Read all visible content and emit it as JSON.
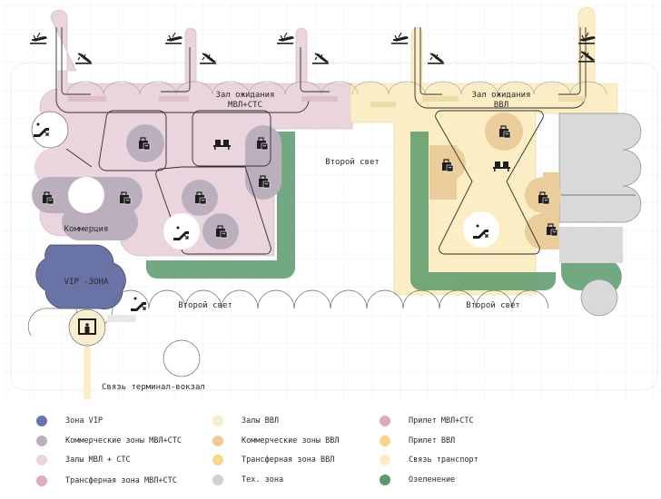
{
  "colors": {
    "vip": "#6a73a6",
    "commercial_mvl": "#bcafbd",
    "halls_mvl": "#ead5de",
    "transfer_mvl": "#d9aebf",
    "halls_vvl": "#fbeec4",
    "commercial_vvl": "#ebcd9c",
    "transfer_vvl": "#f3d98a",
    "tech": "#d9d9d9",
    "arrival_mvl": "#d6adc1",
    "arrival_vvl": "#f5d98a",
    "transport": "#fbedc8",
    "greenery": "#5a9a6c",
    "line": "#2d2d2d"
  },
  "labels": {
    "hall_mvl": [
      "Зал ожидания",
      "МВЛ+СТС"
    ],
    "hall_vvl": [
      "Зал ожидания",
      "ВВЛ"
    ],
    "second_light_top": "Второй свет",
    "second_light_left": "Второй свет",
    "second_light_right": "Второй свет",
    "commerce": "Коммерция",
    "vip": "VIP -ЗОНА",
    "terminal_link": "Связь терминал-вокзал"
  },
  "icons": [
    "departure-icon",
    "arrival-icon",
    "shopping-bag-icon",
    "seating-icon",
    "escalator-icon",
    "security-gate-icon"
  ],
  "legend": [
    {
      "label": "Зона VIP",
      "color": "#6a73a6"
    },
    {
      "label": "Коммерческие зоны МВЛ+СТС",
      "color": "#bcafbd"
    },
    {
      "label": "Залы МВЛ + СТС",
      "color": "#ead5de"
    },
    {
      "label": "Трансферная зона МВЛ+СТС",
      "color": "#d9aebf"
    },
    {
      "label": "Залы ВВЛ",
      "color": "#fbeec4"
    },
    {
      "label": "Коммерческие зоны ВВЛ",
      "color": "#ebcd9c"
    },
    {
      "label": "Трансферная зона ВВЛ",
      "color": "#f3d98a"
    },
    {
      "label": "Тех. зона",
      "color": "#d0d0d0"
    },
    {
      "label": "Прилет МВЛ+СТС",
      "color": "#d6adc1"
    },
    {
      "label": "Прилет ВВЛ",
      "color": "#f5d98a"
    },
    {
      "label": "Связь транспорт",
      "color": "#fbedc8"
    },
    {
      "label": "Озеленение",
      "color": "#5a9a6c"
    }
  ]
}
